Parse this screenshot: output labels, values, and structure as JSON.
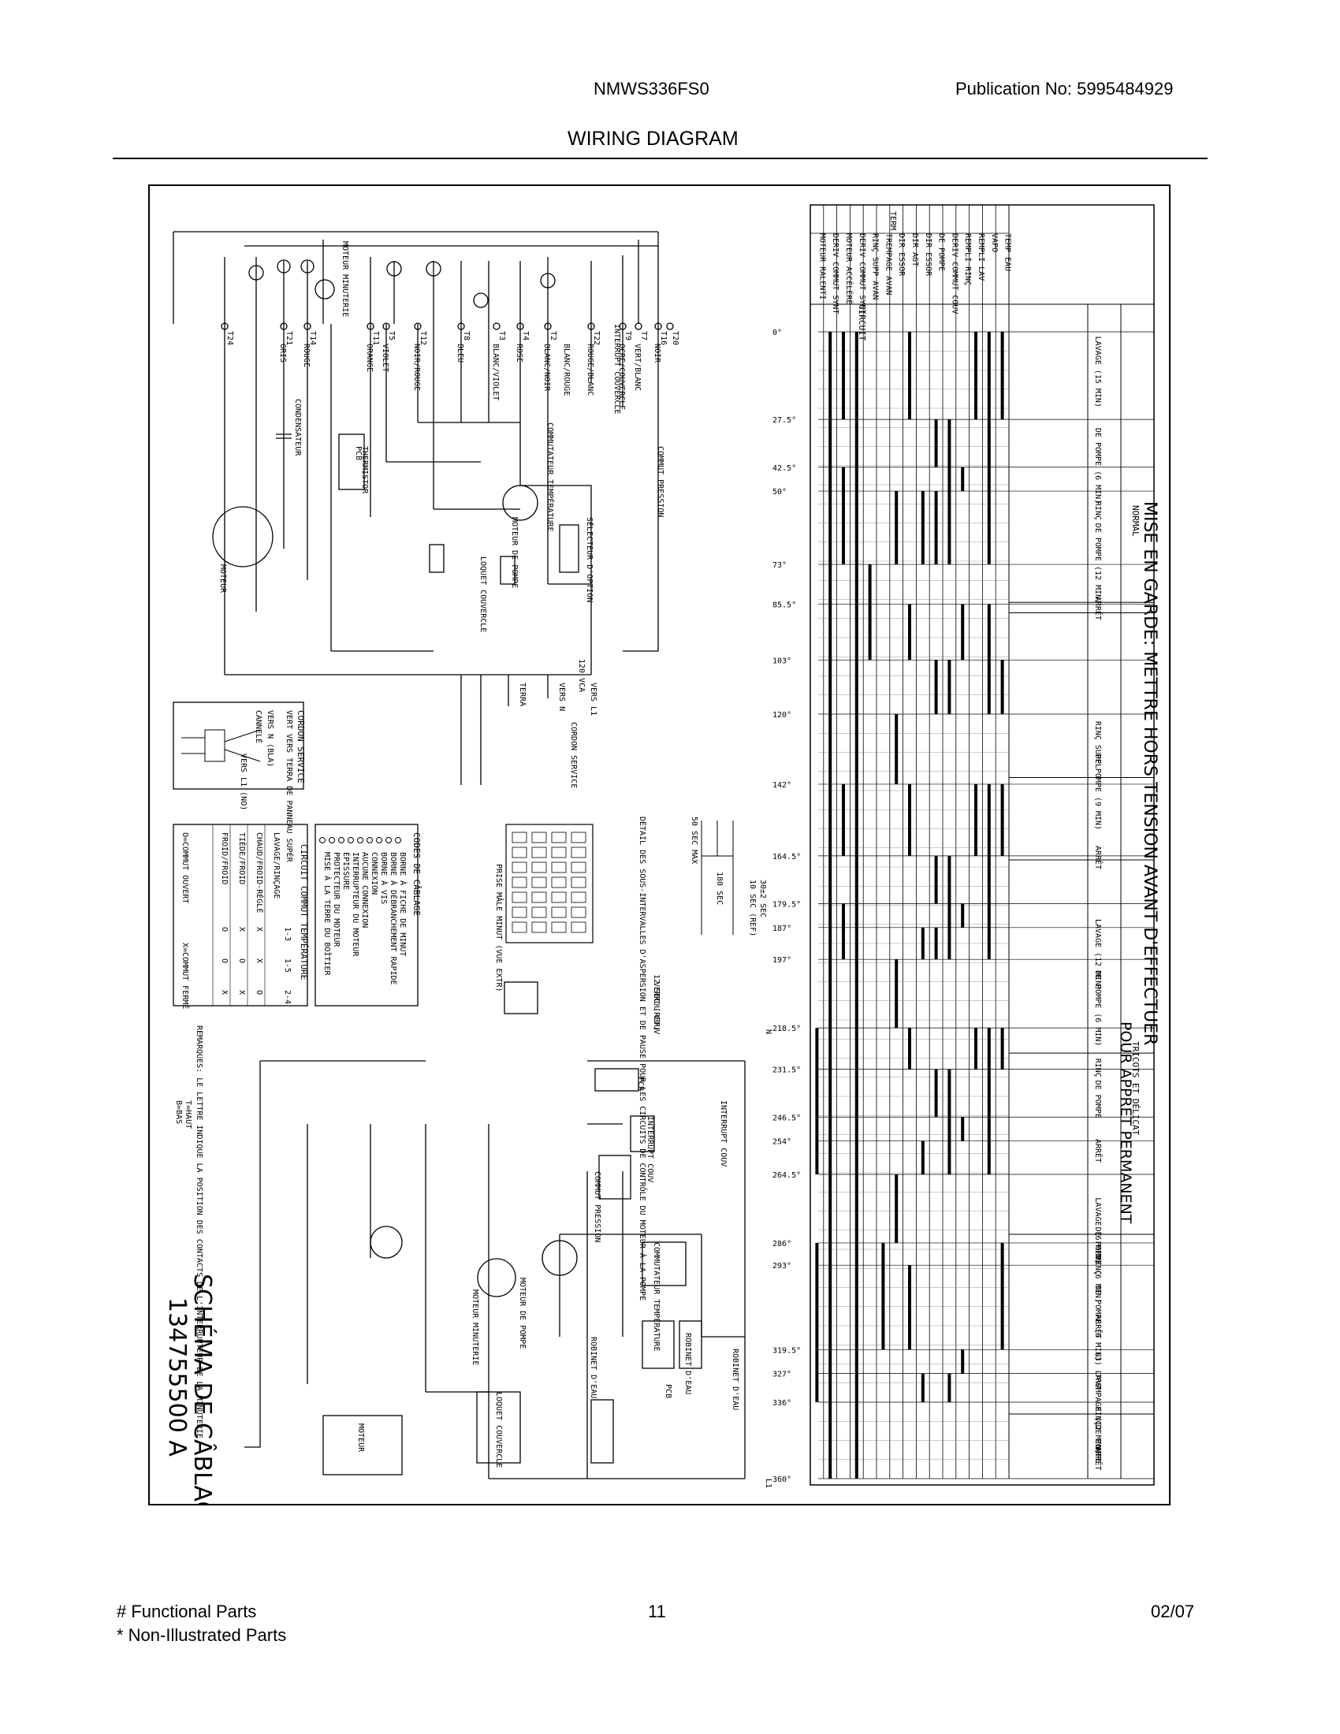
{
  "header": {
    "model": "NMWS336FS0",
    "publication": "Publication No:  5995484929",
    "title": "WIRING DIAGRAM"
  },
  "footer": {
    "functional": "# Functional Parts",
    "non_illustrated": "* Non-Illustrated Parts",
    "page": "11",
    "date": "02/07"
  },
  "diagram": {
    "timer_heading": "MISE EN GARDE: METTRE HORS TENSION AVANT D'EFFECTUER",
    "timer_subheading": "POUR APPRET PERMANENT",
    "cycle_normal": "NORMAL",
    "cycle_tricots": "TRICOTS ET DÉLICAT",
    "schema_title": "SCHÉMA DE CÂBLAGE",
    "schema_number": "134755500 A",
    "circuit_header": "CIRCUIT",
    "term_header": "TERM",
    "circuits": [
      "TEMP EAU",
      "VAPO",
      "REMPLI LAV",
      "REMPLI RINÇ",
      "DERIV COMMUT COUV",
      "DE POMPE",
      "DIR ESSOR",
      "DIR AGT",
      "DIR ESSOR",
      "TREMPAGE AVAN",
      "RINÇ SUPP AVAN",
      "DERIV COMMUT SYNT",
      "MOTEUR ACCÉLÉRÉ",
      "DERIV COMMUT SYNT",
      "MOTEUR RALENTI"
    ],
    "degrees": [
      "0°",
      "27.5°",
      "42.5°",
      "50°",
      "73°",
      "85.5°",
      "103°",
      "120°",
      "142°",
      "164.5°",
      "179.5°",
      "187°",
      "197°",
      "218.5°",
      "231.5°",
      "246.5°",
      "254°",
      "264.5°",
      "286°",
      "293°",
      "319.5°",
      "327°",
      "336°",
      "360°"
    ],
    "phases": [
      "LAVAGE (15 MIN)",
      "DE POMPE (6 MIN)",
      "RINÇ",
      "DE POMPE (12 MIN)",
      "ARRÊT",
      "RINÇ SUPPL",
      "DE POMPE (9 MIN)",
      "ARRÊT",
      "LAVAGE (12 MIN)",
      "DE POMPE (6 MIN)",
      "RINÇ",
      "DE POMPE",
      "ARRÊT",
      "LAVAGE (6 MIN)",
      "DE POMPE (6 MIN)",
      "RINÇ",
      "DE POMPE (6 MIN)",
      "ARRÊT",
      "(3) LAVA",
      "TREMPAGE (12 MIN)",
      "RINÇ",
      "DE POMPE",
      "ARRÊT"
    ],
    "wire_labels": [
      "NOIR",
      "VERT/BLANC",
      "OCRE/COUVERCLE",
      "ROUGE/BLANC",
      "BLANC/ROUGE",
      "BLANC/NOIR",
      "ROSE",
      "BLANC/VIOLET",
      "BLEU",
      "NOIR/ROUGE",
      "VIOLET",
      "ORANGE",
      "ROUGE",
      "GRIS"
    ],
    "terminals": [
      "T20",
      "T16",
      "T7",
      "T9",
      "T22",
      "T2",
      "T4",
      "T3",
      "T8",
      "T12",
      "T5",
      "T11",
      "T14",
      "T21",
      "T24"
    ],
    "component_labels": [
      "MOTEUR MINUTERIE",
      "INTERRUPT COUVERCLE",
      "COMMUT PRESSION",
      "COMMUTATEUR TEMPÉRATURE",
      "MOTEUR DE POMPE",
      "SÉLECTEUR D'OPTION",
      "LOQUET COUVERCLE",
      "THERMISTOR",
      "CONDENSATEUR",
      "MOTEUR",
      "PCB",
      "ROBINET D'EAU",
      "VERROU COUV",
      "INTERRUPT COUV"
    ],
    "supply": [
      "TERRA",
      "VERS N",
      "CORDON SERVICE",
      "VERS L1",
      "120 VCA",
      "N",
      "L1"
    ],
    "legend_title": "CODES DE CÂBLAGE",
    "legend_items": [
      "BORNE À FICHE DE MINUT",
      "BORNE À DÉBRANCHEMENT RAPIDE",
      "BORNE À VIS",
      "CONNEXION",
      "AUCUNE CONNEXION",
      "INTERRUPTEUR DU MOTEUR",
      "ÉPISSURE",
      "PROTECTEUR DU MOTEUR",
      "MISE À LA TERRE DU BOÎTIER"
    ],
    "cordon_title": "CORDON SERVICE",
    "cordon_text": "VERT VERS TERRA DE PANNEAU SUPÉR",
    "cordon_labels": [
      "CANNELÉ",
      "VERS N (BLA)",
      "VERS L1 (NO)"
    ],
    "temp_table_title": "CIRCUIT COMMUT TEMPÉRATURE",
    "temp_table_cols": [
      "",
      "1-3",
      "1-5",
      "2-4"
    ],
    "temp_table_rows": [
      [
        "LAVAGE/RINÇAGE",
        "",
        "",
        ""
      ],
      [
        "CHAUD/FROID-RÉGLÉ",
        "X",
        "X",
        "O"
      ],
      [
        "TIÈDE/FROID",
        "X",
        "O",
        "X"
      ],
      [
        "FROID/FROID",
        "O",
        "O",
        "X"
      ]
    ],
    "temp_table_note_open": "O=COMMUT OUVERT",
    "temp_table_note_closed": "X=COMMUT FERMÉ",
    "remarques": "REMARQUES: LE LETTRE INDIQUE LA POSITION DES CONTACTS DE L'INTERRUPTEUR DE LA MINUTERIE",
    "remarques_codes": [
      "T=HAUT",
      "B=BAS"
    ],
    "pump_detail": "DÉTAIL DES SOUS-INTERVALLES D'ASPERSION ET DE PAUSE POUR LES CIRCUITS DE CONTRÔLE DU MOTEUR À LA POMPE",
    "pump_timing": [
      "50 SEC MAX",
      "180 SEC",
      "10 SEC (REF)",
      "30±2 SEC",
      "12 SEC (REF)"
    ],
    "plug_label": "PRISE MÂLE MINUT (VUE EXTR)"
  }
}
